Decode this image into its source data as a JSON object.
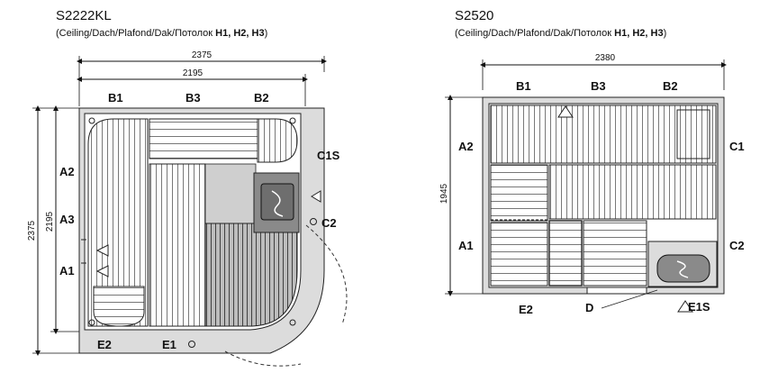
{
  "left": {
    "model": "S2222KL",
    "subtitle_prefix": "(Ceiling/Dach/Plafond/Dak/Потолок ",
    "subtitle_bold": "H1, H2, H3",
    "subtitle_suffix": ")",
    "dims": {
      "outer_width": "2375",
      "inner_width": "2195",
      "outer_height": "2375",
      "inner_height": "2195"
    },
    "labels": {
      "B1": "B1",
      "B3": "B3",
      "B2": "B2",
      "A2": "A2",
      "A3": "A3",
      "A1": "A1",
      "C1S": "C1S",
      "C2": "C2",
      "E2": "E2",
      "E1": "E1"
    }
  },
  "right": {
    "model": "S2520",
    "subtitle_prefix": "(Ceiling/Dach/Plafond/Dak/Потолок ",
    "subtitle_bold": "H1, H2, H3",
    "subtitle_suffix": ")",
    "dims": {
      "width": "2380",
      "height": "1945"
    },
    "labels": {
      "B1": "B1",
      "B3": "B3",
      "B2": "B2",
      "A2": "A2",
      "A1": "A1",
      "C1": "C1",
      "C2": "C2",
      "E2": "E2",
      "D": "D",
      "E1S": "E1S"
    }
  },
  "colors": {
    "line": "#222222",
    "wall": "#dcdcdc",
    "heater": "#8a8a8a",
    "bench": "#ffffff"
  }
}
